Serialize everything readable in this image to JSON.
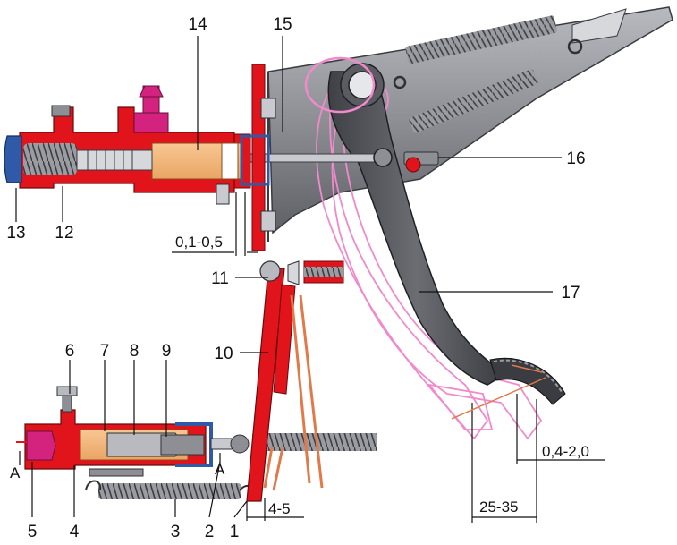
{
  "callouts": {
    "c1": "1",
    "c2": "2",
    "c3": "3",
    "c4": "4",
    "c5": "5",
    "c6": "6",
    "c7": "7",
    "c8": "8",
    "c9": "9",
    "c10": "10",
    "c11": "11",
    "c12": "12",
    "c13": "13",
    "c14": "14",
    "c15": "15",
    "c16": "16",
    "c17": "17"
  },
  "dimensions": {
    "master_gap": "0,1-0,5",
    "pedal_free_play": "4-5",
    "pedal_travel_a": "0,4-2,0",
    "pedal_travel_b": "25-35"
  },
  "section_marks": {
    "left": "A",
    "right": "A"
  },
  "colors": {
    "body_red": "#e0141a",
    "fluid_orange": "#f3b57a",
    "steel_gray": "#8d8f94",
    "dark_gray": "#4a4c52",
    "cap_blue": "#2f5aa8",
    "magenta": "#d4237e",
    "ghost_pink": "#f08acb",
    "rod_orange": "#e07a4a"
  }
}
